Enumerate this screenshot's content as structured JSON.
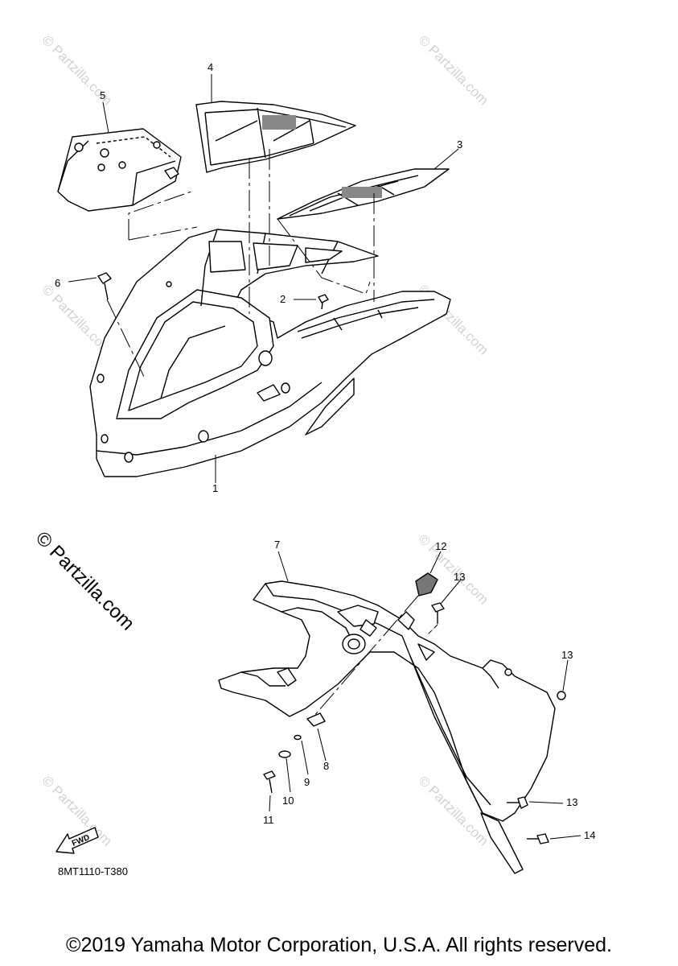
{
  "watermark": {
    "text": "© Partzilla.com"
  },
  "callouts": [
    {
      "id": "1",
      "label": "1"
    },
    {
      "id": "2",
      "label": "2"
    },
    {
      "id": "3",
      "label": "3"
    },
    {
      "id": "4",
      "label": "4"
    },
    {
      "id": "5",
      "label": "5"
    },
    {
      "id": "6",
      "label": "6"
    },
    {
      "id": "7",
      "label": "7"
    },
    {
      "id": "8",
      "label": "8"
    },
    {
      "id": "9",
      "label": "9"
    },
    {
      "id": "10",
      "label": "10"
    },
    {
      "id": "11",
      "label": "11"
    },
    {
      "id": "12",
      "label": "12"
    },
    {
      "id": "13a",
      "label": "13"
    },
    {
      "id": "13b",
      "label": "13"
    },
    {
      "id": "13c",
      "label": "13"
    },
    {
      "id": "14",
      "label": "14"
    }
  ],
  "fwd_label": "FWD",
  "figure_code": "8MT1110-T380",
  "copyright": "©2019 Yamaha Motor Corporation, U.S.A. All rights reserved."
}
